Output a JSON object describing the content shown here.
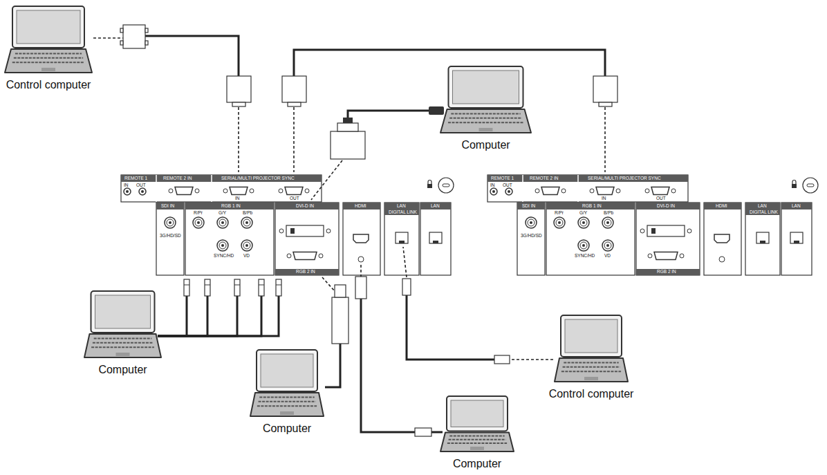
{
  "diagram": {
    "nodes": [
      {
        "text": [
          "Control computer"
        ]
      },
      {
        "text": [
          "Computer"
        ]
      },
      {
        "text": [
          "Computer"
        ]
      },
      {
        "text": [
          "Control computer"
        ]
      },
      {
        "text": [
          "Computer"
        ]
      },
      {
        "text": [
          "Computer"
        ]
      }
    ],
    "labels": [
      "REMOTE 1",
      "IN",
      "OUT",
      "REMOTE 2 IN",
      "SERIAL/MULTI PROJECTOR SYNC",
      "IN",
      "OUT",
      "SDI IN",
      "3G/HD/SD",
      "RGB 1 IN",
      "R/Pr",
      "G/Y",
      "B/Pb",
      "SYNC/HD",
      "VD",
      "DVI-D IN",
      "RGB 2 IN",
      "HDMI",
      "LAN",
      "DIGITAL LINK",
      "LAN",
      "REMOTE 1",
      "IN",
      "OUT",
      "REMOTE 2 IN",
      "SERIAL/MULTI PROJECTOR SYNC",
      "IN",
      "OUT",
      "SDI IN",
      "3G/HD/SD",
      "RGB 1 IN",
      "R/Pr",
      "G/Y",
      "B/Pb",
      "SYNC/HD",
      "VD",
      "DVI-D IN",
      "RGB 2 IN",
      "HDMI",
      "LAN",
      "DIGITAL LINK",
      "LAN"
    ]
  }
}
